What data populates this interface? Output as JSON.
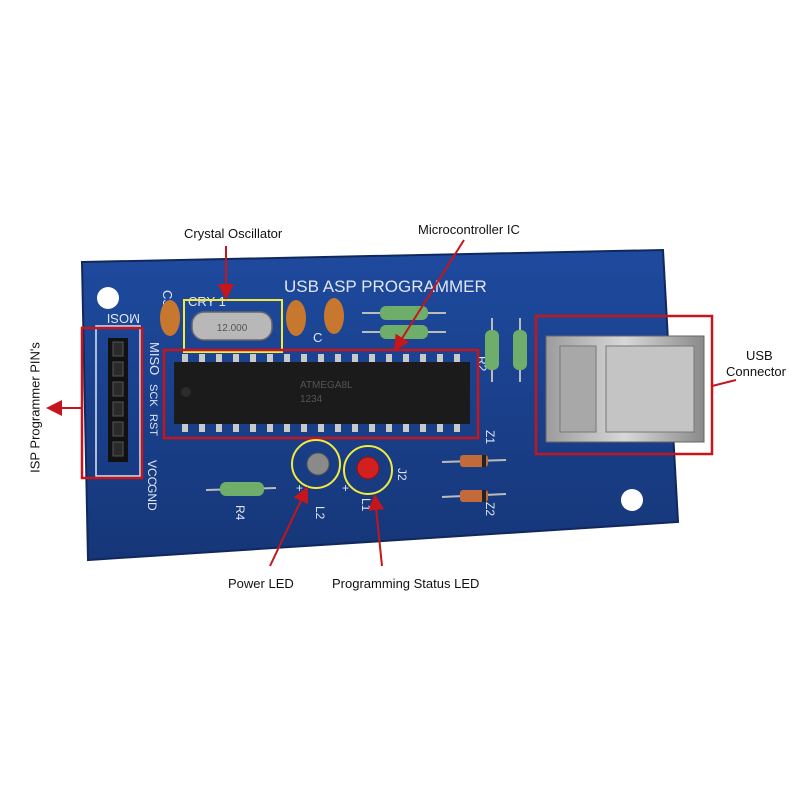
{
  "board": {
    "title": "USB ASP PROGRAMMER",
    "silkscreen": {
      "c3": "C3",
      "cry": "CRY 1",
      "c2": "C",
      "r2": "R2",
      "z1": "Z1",
      "z2": "Z2",
      "r4": "R4",
      "l1": "L2",
      "l2": "L1",
      "j2": "J2",
      "mosi": "MOSI",
      "miso": "MISO",
      "sck": "SCK",
      "rst": "RST",
      "vcc": "VCC",
      "gnd": "GND",
      "plus1": "+",
      "plus2": "+"
    },
    "chip_marking_1": "ATMEGA8L",
    "chip_marking_2": "1234",
    "crystal_marking": "12.000"
  },
  "labels": {
    "crystal_oscillator": "Crystal Oscillator",
    "microcontroller_ic": "Microcontroller IC",
    "usb_connector_line1": "USB",
    "usb_connector_line2": "Connector",
    "isp_pins": "ISP Programmer PIN's",
    "power_led": "Power LED",
    "programming_status_led": "Programming Status LED"
  },
  "colors": {
    "pcb": "#1a3f8c",
    "callout_box": "#c4161c",
    "crystal_box": "#f2ea3c",
    "led_circle": "#f2ea3c",
    "arrow": "#c4161c"
  }
}
